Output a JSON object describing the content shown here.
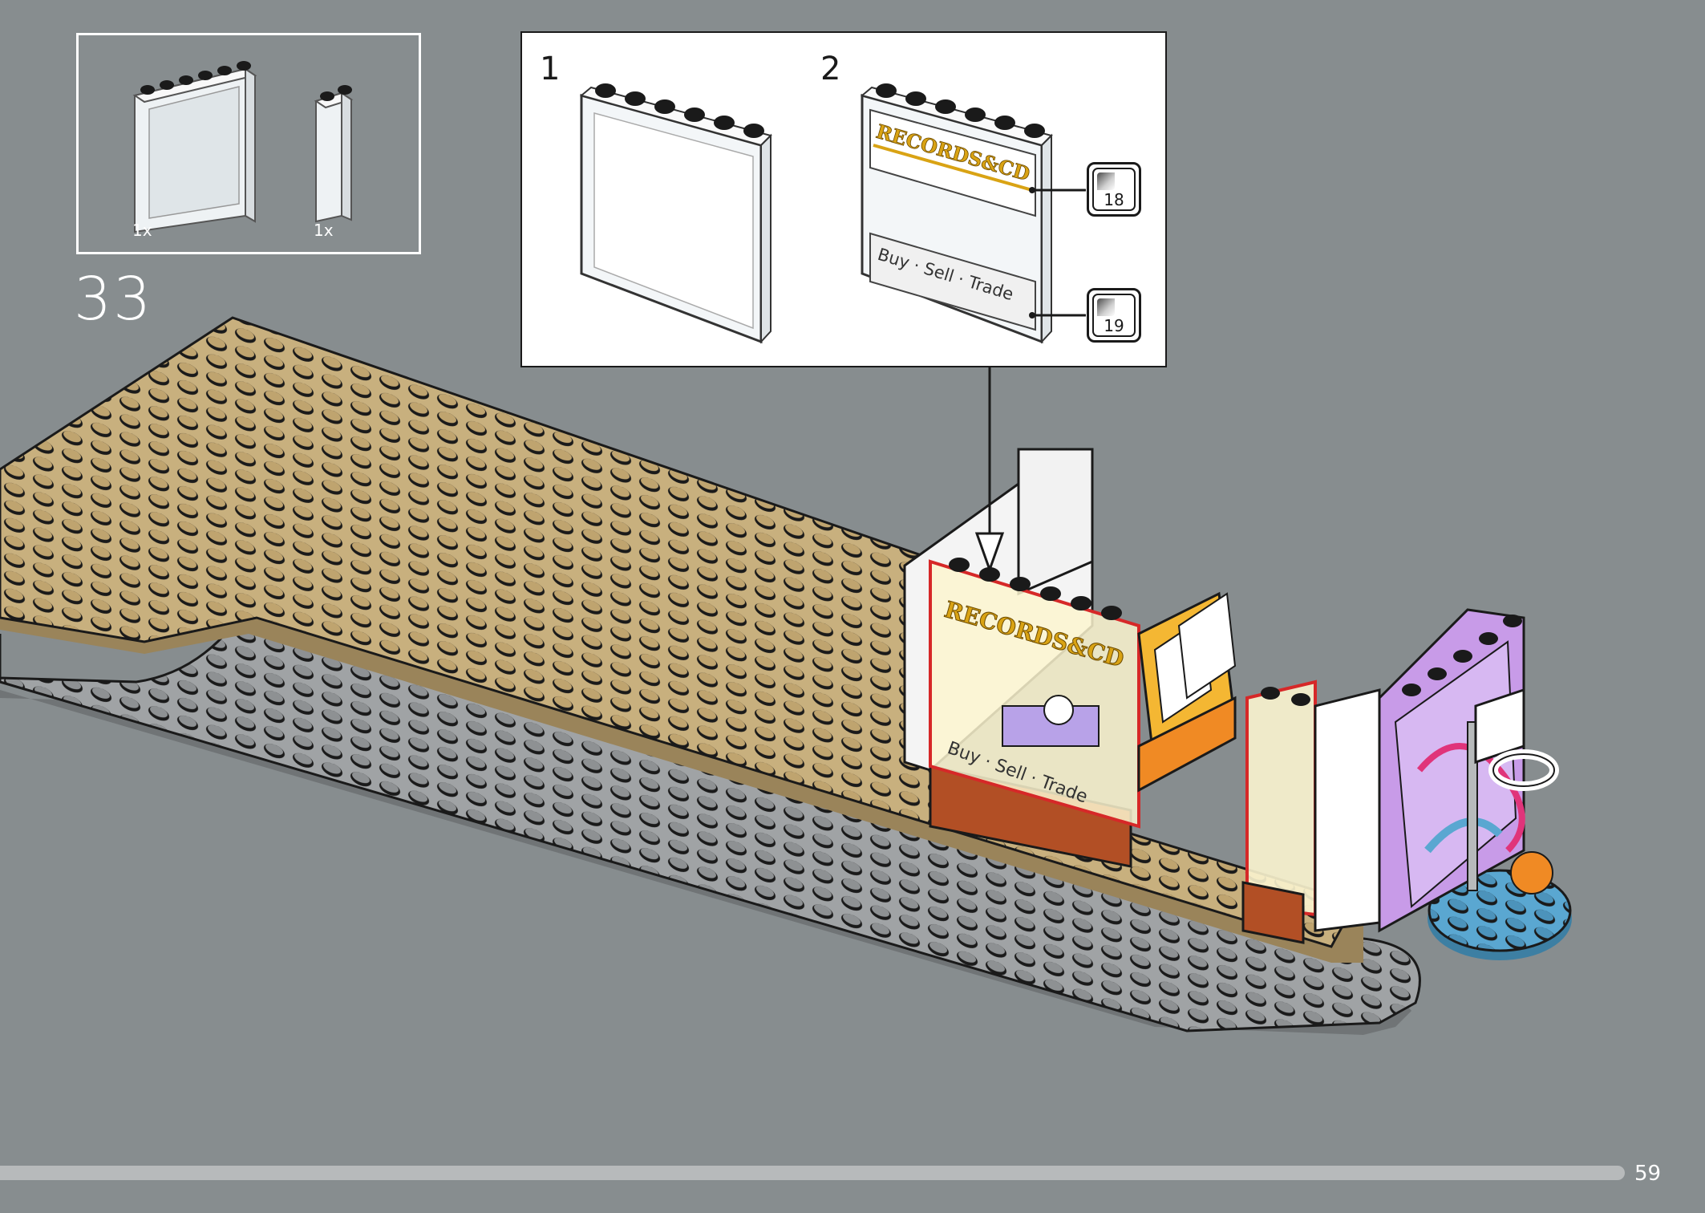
{
  "page": {
    "step_number": "33",
    "page_number": "59",
    "background_color": "#878d8f"
  },
  "parts_list": {
    "items": [
      {
        "part": "transparent-1x6x5-panel",
        "quantity": "1x"
      },
      {
        "part": "transparent-1x2x5-brick",
        "quantity": "1x"
      }
    ]
  },
  "callout": {
    "substeps": [
      {
        "number": "1"
      },
      {
        "number": "2"
      }
    ],
    "panel_sign_text": "RECORDS&CD",
    "panel_bottom_text": "Buy · Sell · Trade",
    "stickers": [
      {
        "number": "18"
      },
      {
        "number": "19"
      }
    ]
  },
  "scene": {
    "shop_sign_text": "RECORDS&CD",
    "shop_bottom_text": "Buy · Sell · Trade",
    "colors": {
      "tan_plate": "#c8b07e",
      "gray_plate": "#a0a3a5",
      "highlight": "#d62828",
      "blue_plate": "#5aa7d1",
      "ball": "#f08a24"
    }
  }
}
